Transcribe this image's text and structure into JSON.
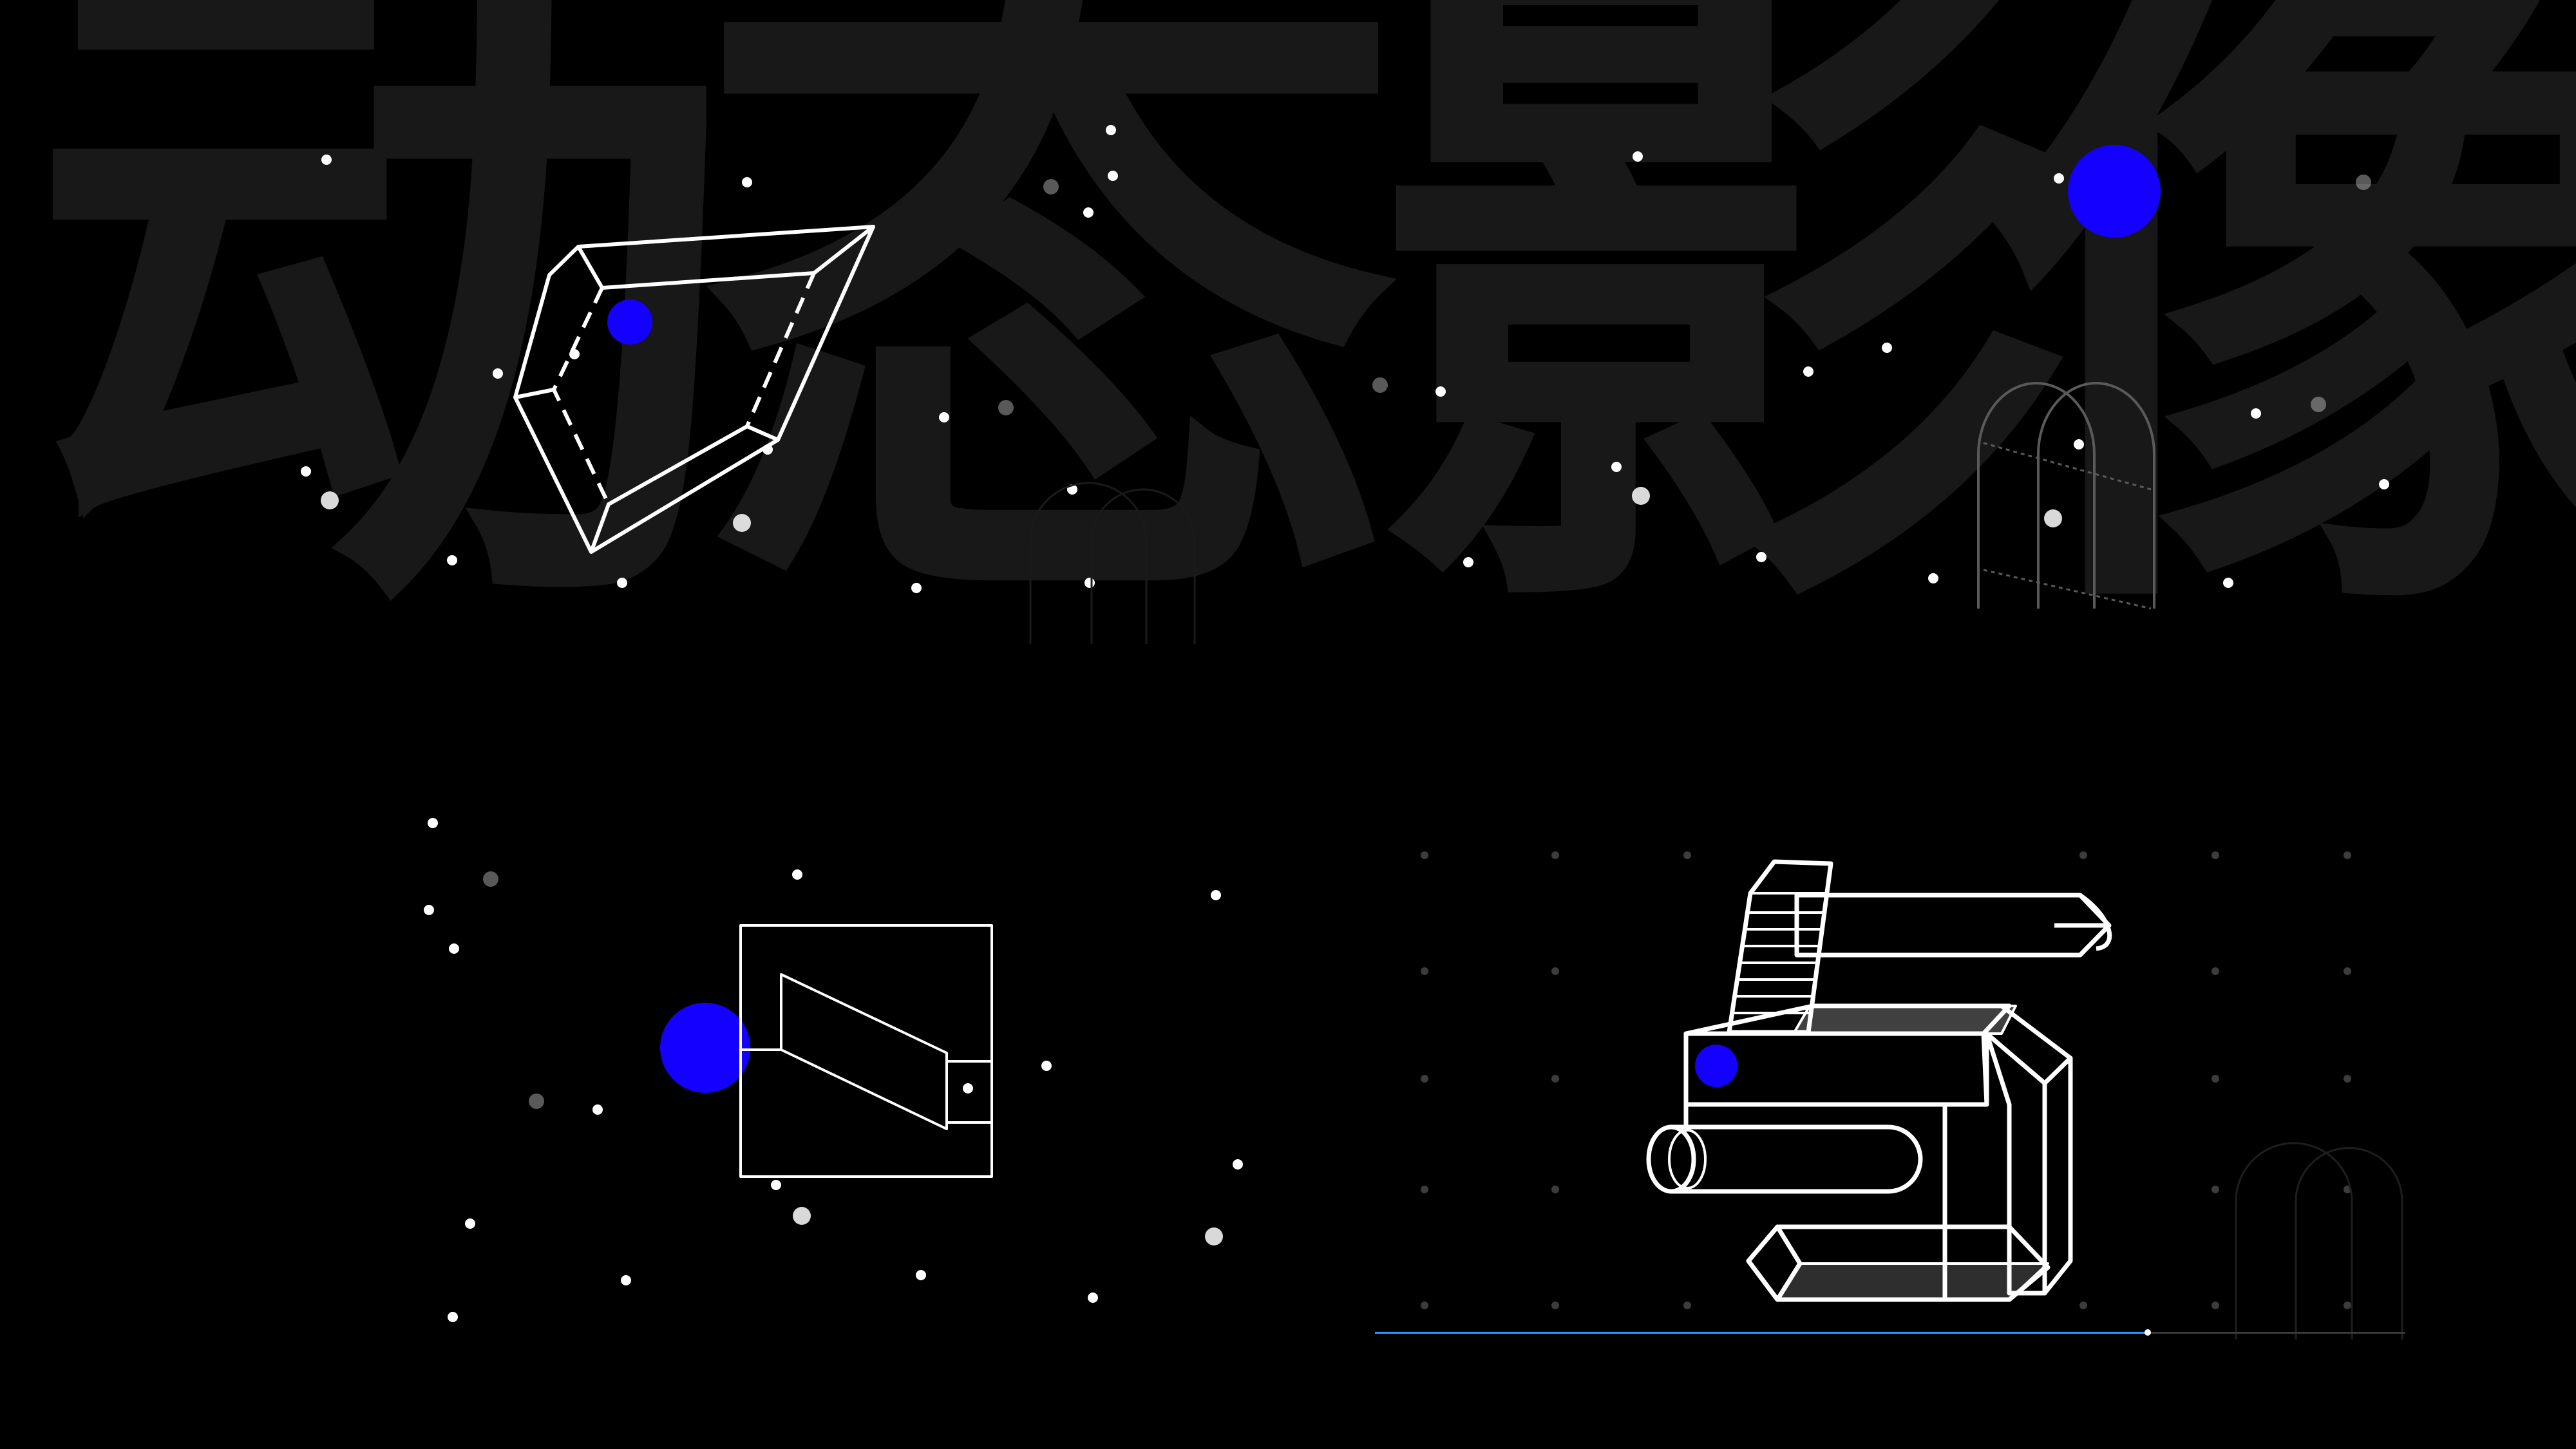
{
  "background": {
    "watermark_chars": [
      "动",
      "态",
      "影",
      "像"
    ],
    "watermark_color": "#181818"
  },
  "colors": {
    "background": "#000000",
    "stroke": "#ffffff",
    "accent_dot": "#1400ff",
    "progress_fill": "#2b9cff",
    "progress_track": "#3a3a3a"
  },
  "panels": [
    {
      "id": "crystal",
      "icon": "wireframe-crystal-icon"
    },
    {
      "id": "arch-door",
      "icon": "arch-doorway-icon"
    },
    {
      "id": "square-prism",
      "icon": "square-prism-icon"
    },
    {
      "id": "number-five",
      "icon": "isometric-number-five-icon"
    }
  ],
  "playback": {
    "progress": 0.75
  }
}
